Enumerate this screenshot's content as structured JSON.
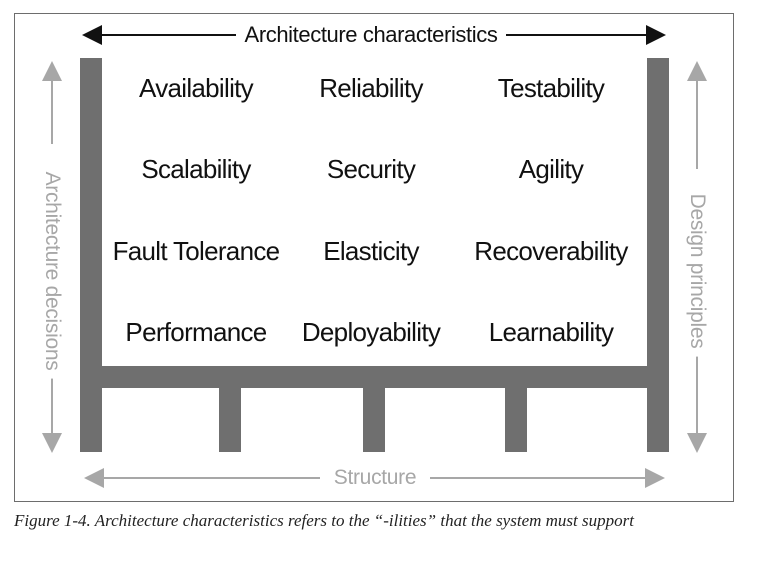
{
  "diagram": {
    "top_label": "Architecture characteristics",
    "left_label": "Architecture decisions",
    "right_label": "Design principles",
    "bottom_label": "Structure",
    "characteristics": [
      [
        "Availability",
        "Reliability",
        "Testability"
      ],
      [
        "Scalability",
        "Security",
        "Agility"
      ],
      [
        "Fault Tolerance",
        "Elasticity",
        "Recoverability"
      ],
      [
        "Performance",
        "Deployability",
        "Learnability"
      ]
    ]
  },
  "caption": "Figure 1-4. Architecture characteristics refers to the “-ilities” that the system must support"
}
